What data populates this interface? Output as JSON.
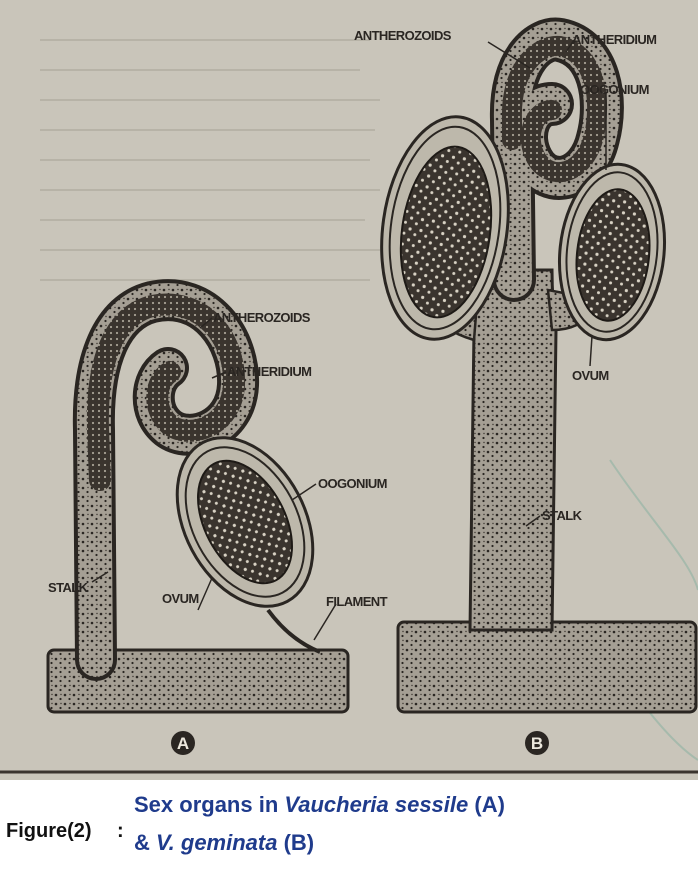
{
  "figure": {
    "label": "Figure(2)",
    "separator": ":",
    "caption": {
      "line1_prefix": "Sex organs in ",
      "line1_species": "Vaucheria sessile",
      "line1_suffix": " (A)",
      "line2_prefix": "& ",
      "line2_species": "V. geminata",
      "line2_suffix": " (B)"
    }
  },
  "diagram_a": {
    "marker": "A",
    "labels": {
      "antherozoids": "ANTHEROZOIDS",
      "antheridium": "ANTHERIDIUM",
      "oogonium": "OOGONIUM",
      "stalk": "STALK",
      "ovum": "OVUM",
      "filament": "FILAMENT"
    }
  },
  "diagram_b": {
    "marker": "B",
    "labels": {
      "antherozoids": "ANTHEROZOIDS",
      "antheridium": "ANTHERIDIUM",
      "oogonium": "OOGONIUM",
      "ovum": "OVUM",
      "stalk": "STALK"
    }
  },
  "colors": {
    "paper": "#c9c5ba",
    "ink": "#2a2622",
    "tissue": "#a59f94",
    "caption_blue": "#1f3b8c"
  }
}
